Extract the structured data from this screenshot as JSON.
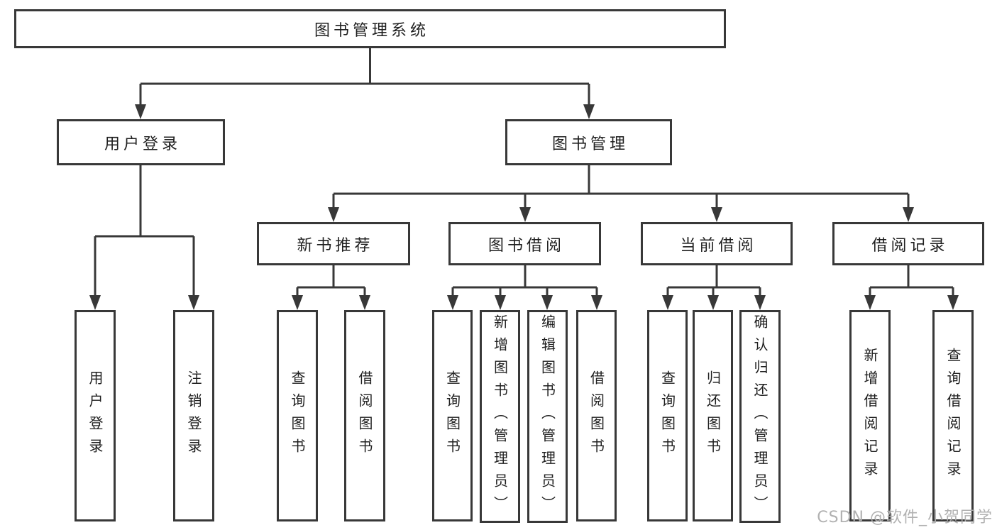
{
  "tree": {
    "root": {
      "label": "图书管理系统"
    },
    "children": [
      {
        "label": "用户登录",
        "children": [
          {
            "label": "用户登录"
          },
          {
            "label": "注销登录"
          }
        ]
      },
      {
        "label": "图书管理",
        "children": [
          {
            "label": "新书推荐",
            "children": [
              {
                "label": "查询图书"
              },
              {
                "label": "借阅图书"
              }
            ]
          },
          {
            "label": "图书借阅",
            "children": [
              {
                "label": "查询图书"
              },
              {
                "label": "新增图书（管理员）"
              },
              {
                "label": "编辑图书（管理员）"
              },
              {
                "label": "借阅图书"
              }
            ]
          },
          {
            "label": "当前借阅",
            "children": [
              {
                "label": "查询图书"
              },
              {
                "label": "归还图书"
              },
              {
                "label": "确认归还（管理员）"
              }
            ]
          },
          {
            "label": "借阅记录",
            "children": [
              {
                "label": "新增借阅记录"
              },
              {
                "label": "查询借阅记录"
              }
            ]
          }
        ]
      }
    ]
  },
  "watermark": "CSDN @软件_小贺同学",
  "colors": {
    "line": "#383838",
    "box_border": "#383838",
    "text": "#1f1f1f",
    "background": "#ffffff",
    "watermark": "#adadad"
  }
}
